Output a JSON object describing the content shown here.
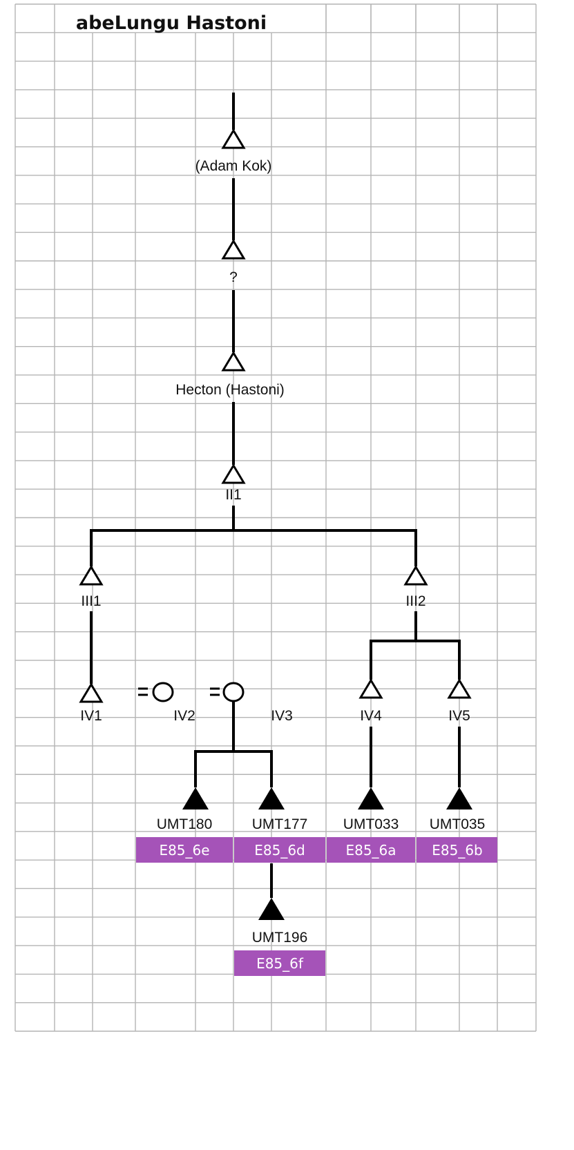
{
  "title": "abeLungu Hastoni",
  "colors": {
    "tag_background": "#a553b8",
    "tag_text": "#ffffff",
    "grid": "#b4b4b4",
    "line": "#000000"
  },
  "persons": {
    "adam_kok": {
      "label": "(Adam Kok)",
      "symbol": "triangle-outline"
    },
    "unknown": {
      "label": "?",
      "symbol": "triangle-outline"
    },
    "hecton": {
      "label": "Hecton (Hastoni)",
      "symbol": "triangle-outline"
    },
    "ii1": {
      "label": "II1",
      "symbol": "triangle-outline"
    },
    "iii1": {
      "label": "III1",
      "symbol": "triangle-outline"
    },
    "iii2": {
      "label": "III2",
      "symbol": "triangle-outline"
    },
    "iv1": {
      "label": "IV1",
      "symbol": "triangle-outline"
    },
    "iv2": {
      "label": "IV2",
      "symbol": "circle-outline",
      "marriage_sign": "="
    },
    "iv3": {
      "label": "IV3",
      "symbol": "circle-outline",
      "marriage_sign": "="
    },
    "iv4": {
      "label": "IV4",
      "symbol": "triangle-outline"
    },
    "iv5": {
      "label": "IV5",
      "symbol": "triangle-outline"
    },
    "umt180": {
      "label": "UMT180",
      "tag": "E85_6e",
      "symbol": "triangle-filled"
    },
    "umt177": {
      "label": "UMT177",
      "tag": "E85_6d",
      "symbol": "triangle-filled"
    },
    "umt033": {
      "label": "UMT033",
      "tag": "E85_6a",
      "symbol": "triangle-filled"
    },
    "umt035": {
      "label": "UMT035",
      "tag": "E85_6b",
      "symbol": "triangle-filled"
    },
    "umt196": {
      "label": "UMT196",
      "tag": "E85_6f",
      "symbol": "triangle-filled"
    }
  }
}
